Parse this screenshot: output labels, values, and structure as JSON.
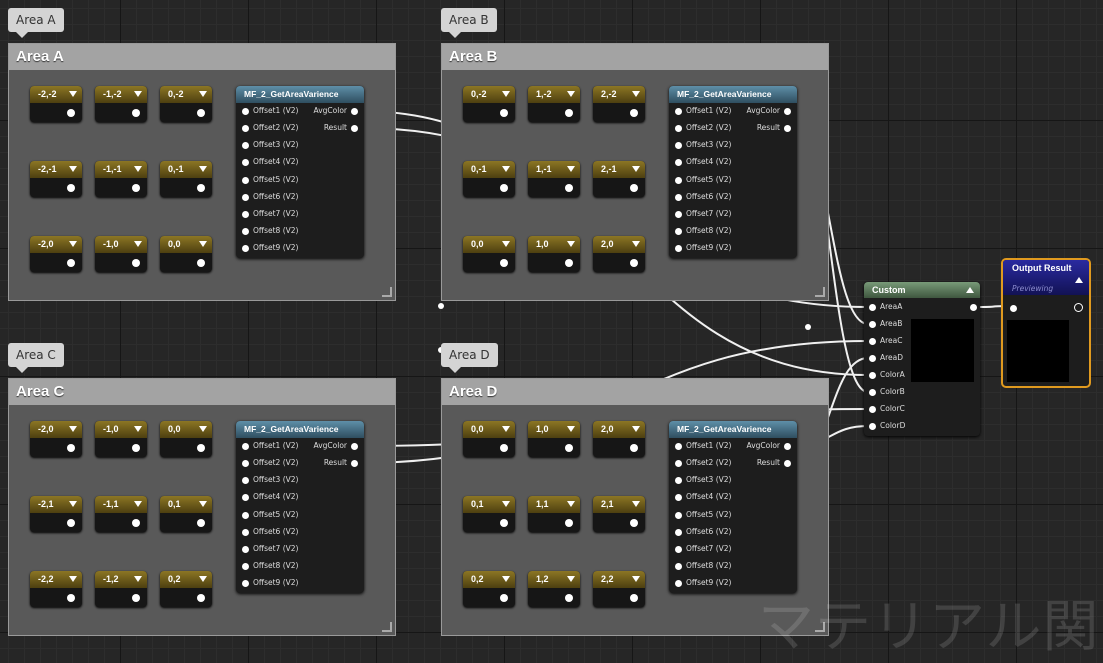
{
  "areas": [
    {
      "bubble": "Area A",
      "title": "Area A",
      "constants": [
        "-2,-2",
        "-1,-2",
        "0,-2",
        "-2,-1",
        "-1,-1",
        "0,-1",
        "-2,0",
        "-1,0",
        "0,0"
      ]
    },
    {
      "bubble": "Area B",
      "title": "Area B",
      "constants": [
        "0,-2",
        "1,-2",
        "2,-2",
        "0,-1",
        "1,-1",
        "2,-1",
        "0,0",
        "1,0",
        "2,0"
      ]
    },
    {
      "bubble": "Area C",
      "title": "Area C",
      "constants": [
        "-2,0",
        "-1,0",
        "0,0",
        "-2,1",
        "-1,1",
        "0,1",
        "-2,2",
        "-1,2",
        "0,2"
      ]
    },
    {
      "bubble": "Area D",
      "title": "Area D",
      "constants": [
        "0,0",
        "1,0",
        "2,0",
        "0,1",
        "1,1",
        "2,1",
        "0,2",
        "1,2",
        "2,2"
      ]
    }
  ],
  "function_node": {
    "title": "MF_2_GetAreaVarience",
    "inputs": [
      "Offset1 (V2)",
      "Offset2 (V2)",
      "Offset3 (V2)",
      "Offset4 (V2)",
      "Offset5 (V2)",
      "Offset6 (V2)",
      "Offset7 (V2)",
      "Offset8 (V2)",
      "Offset9 (V2)"
    ],
    "outputs": [
      "AvgColor",
      "Result"
    ]
  },
  "custom_node": {
    "title": "Custom",
    "inputs": [
      "AreaA",
      "AreaB",
      "AreaC",
      "AreaD",
      "ColorA",
      "ColorB",
      "ColorC",
      "ColorD"
    ]
  },
  "output_node": {
    "title": "Output Result",
    "subtitle": "Previewing"
  },
  "watermark": "マテリアル関",
  "colors": {
    "graph_background": "#262626",
    "comment_box": "#595959",
    "comment_header": "#a3a3a3",
    "constant_header": "#8c7624",
    "function_header": "#5e8fa8",
    "custom_header": "#789a78",
    "output_header": "#2a2aa0",
    "output_border": "#e09a1f",
    "wire": "#f0f0f0"
  },
  "icons": {
    "dropdown": "triangle-down-icon",
    "collapse": "triangle-up-icon",
    "pin": "white-dot-pin-icon"
  }
}
